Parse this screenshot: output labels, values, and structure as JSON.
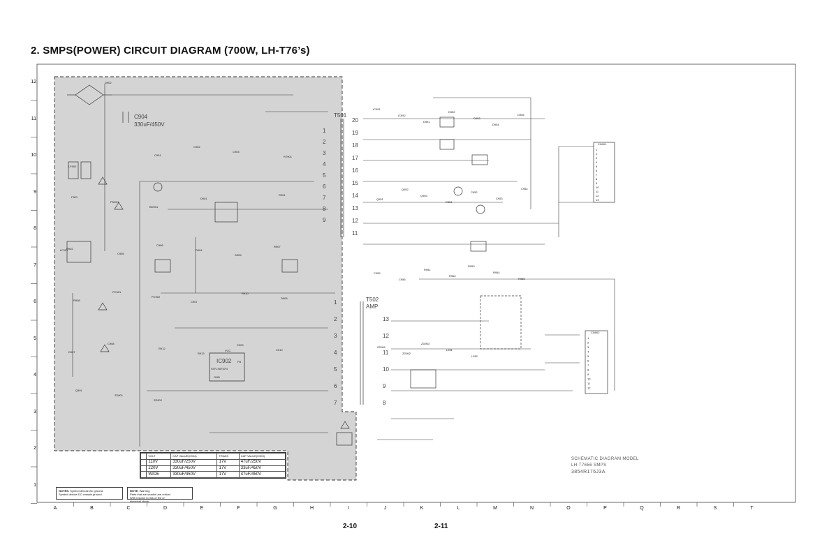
{
  "title": "2. SMPS(POWER) CIRCUIT DIAGRAM (700W, LH-T76’s)",
  "row_labels": [
    "12",
    "11",
    "10",
    "9",
    "8",
    "7",
    "6",
    "5",
    "4",
    "3",
    "2",
    "1"
  ],
  "column_labels": [
    "A",
    "B",
    "C",
    "D",
    "E",
    "F",
    "G",
    "H",
    "I",
    "J",
    "K",
    "L",
    "M",
    "N",
    "O",
    "P",
    "Q",
    "R",
    "S",
    "T"
  ],
  "page_numbers": [
    "2-10",
    "2-11"
  ],
  "transformers": {
    "main": "T501",
    "amp": "T502",
    "amp_sub": "AMP"
  },
  "main_cap": {
    "ref": "C904",
    "value": "330uF/450V"
  },
  "ic_main": {
    "ref": "IC902",
    "part": "STR-X6757N",
    "vcc": "VCC",
    "gnd": "GND",
    "fb": "FB"
  },
  "pins_primary": [
    "1",
    "2",
    "3",
    "4",
    "5",
    "6",
    "7",
    "8",
    "9"
  ],
  "pins_secondary": [
    "20",
    "19",
    "18",
    "17",
    "16",
    "15",
    "14",
    "13",
    "12",
    "11"
  ],
  "pins_amp_left": [
    "1",
    "2",
    "3",
    "4",
    "5",
    "6",
    "7"
  ],
  "pins_amp_right": [
    "13",
    "12",
    "11",
    "10",
    "9",
    "8"
  ],
  "components_left": [
    "LF902",
    "LF901",
    "C901",
    "C902",
    "C903",
    "RT901",
    "F901",
    "PN901",
    "BD901",
    "D901",
    "D902",
    "R901",
    "R902",
    "C905",
    "C906",
    "D904",
    "D905",
    "R907",
    "R908",
    "PC901",
    "PC902",
    "C907",
    "R910",
    "D906",
    "D907",
    "C908",
    "R912",
    "R913",
    "C909",
    "C910",
    "Q901",
    "ZD901",
    "ZD902"
  ],
  "components_right": [
    "IC951",
    "IC952",
    "D951",
    "D952",
    "D953",
    "D954",
    "D955",
    "Q951",
    "Q952",
    "Q953",
    "C951",
    "C952",
    "C953",
    "C954",
    "C955",
    "C956",
    "R951",
    "R952",
    "R953",
    "R954",
    "R955",
    "ZD951",
    "ZD952",
    "ZD953",
    "L951",
    "L952"
  ],
  "connectors": {
    "upper": "CN901",
    "lower": "CN902",
    "upper_pins": [
      "1",
      "2",
      "3",
      "4",
      "5",
      "6",
      "7",
      "8",
      "9",
      "10",
      "11",
      "12",
      "13"
    ],
    "lower_pins": [
      "1",
      "2",
      "3",
      "4",
      "5",
      "6",
      "7",
      "8",
      "9",
      "10",
      "11",
      "12"
    ]
  },
  "table": {
    "header": [
      "",
      "VOLT",
      "CAP VALUE(C904)",
      "TRANS",
      "CAP VALUE(C903)"
    ],
    "rows": [
      [
        "",
        "110V",
        "330uF/250V",
        "17V",
        "47uF/250V"
      ],
      [
        "",
        "220V",
        "330uF/450V",
        "17V",
        "33uF/450V"
      ],
      [
        "",
        "WIDE",
        "330uF/450V",
        "17V",
        "47uF/450V"
      ]
    ]
  },
  "notes": [
    {
      "label": "NOTES:",
      "lines": [
        "Symbol denote AC ground.",
        "Symbol denote DC chassis ground."
      ]
    },
    {
      "label": "NOTE:",
      "lines": [
        "Warning",
        "Parts that are shaded are critical",
        "With respect to risk of fire or",
        "electrical shock."
      ]
    }
  ],
  "schematic_note": {
    "line1": "SCHEMATIC DIAGRAM MODEL",
    "line2": "LH-T7656 SMPS",
    "part_no": "3854R176J3A"
  },
  "colors": {
    "shade": "#d4d4d4",
    "line": "#3a3a3a",
    "title": "#111111"
  }
}
